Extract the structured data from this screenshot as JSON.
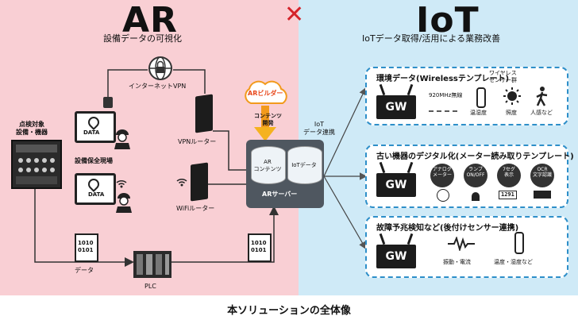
{
  "ar": {
    "title": "AR",
    "subtitle": "設備データの可視化",
    "internet_vpn": "インターネットVPN",
    "ar_builder": "ARビルダー",
    "content_dev": "コンテンツ\n開発",
    "target_label": "点検対象\n設備・機器",
    "site_label": "設備保全現場",
    "tablet_label_1": "DATA",
    "tablet_label_2": "DATA",
    "vpn_router": "VPNルーター",
    "wifi_router": "WiFiルーター",
    "ar_contents": "AR\nコンテンツ",
    "iot_data": "IoTデータ",
    "ar_server": "ARサーバー",
    "data_label": "データ",
    "plc": "PLC",
    "binary_1": "1010\n0101",
    "binary_2": "1010\n0101"
  },
  "cross": "✕",
  "iot": {
    "title": "IoT",
    "subtitle": "IoTデータ取得/活用による業務改善",
    "link_label": "IoT\nデータ連携",
    "cards": [
      {
        "title": "環境データ(Wirelessテンプレート)",
        "gw": "GW",
        "wireless": "920MHz無線",
        "sensor_group": "ワイヤレス\nセンサー群",
        "items": [
          "温湿度",
          "照度",
          "人感など"
        ]
      },
      {
        "title": "古い機器のデジタル化(メーター読み取りテンプレート)",
        "gw": "GW",
        "items": [
          "アナログ\nメーター",
          "ランプ\nON/OFF",
          "7セグ\n表示",
          "OCR\n文字認識"
        ],
        "seg_value": "1291"
      },
      {
        "title": "故障予兆検知など(後付けセンサー連携)",
        "gw": "GW",
        "items": [
          "振動・電流",
          "温度・湿度など"
        ]
      }
    ]
  },
  "caption": "本ソリューションの全体像"
}
